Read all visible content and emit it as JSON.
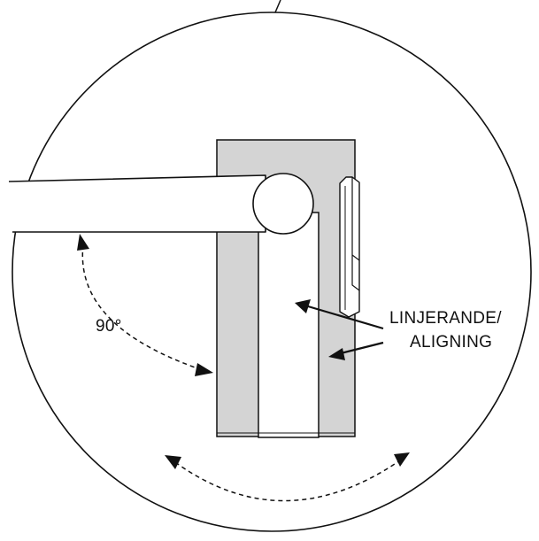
{
  "labels": {
    "angle": "90°",
    "align_line1": "LINJERANDE/",
    "align_line2": "ALIGNING"
  },
  "colors": {
    "stroke": "#111111",
    "panel_fill": "#d4d4d4",
    "background": "#ffffff"
  }
}
